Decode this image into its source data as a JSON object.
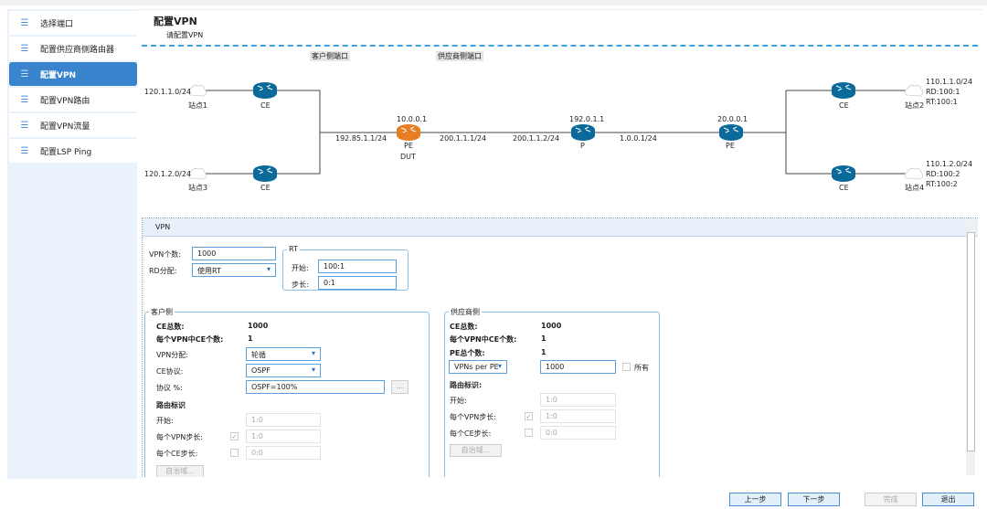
{
  "sidebar": {
    "items": [
      {
        "label": "选择端口"
      },
      {
        "label": "配置供应商侧路由器"
      },
      {
        "label": "配置VPN",
        "active": true
      },
      {
        "label": "配置VPN路由"
      },
      {
        "label": "配置VPN流量"
      },
      {
        "label": "配置LSP Ping"
      }
    ]
  },
  "header": {
    "title": "配置VPN",
    "subtitle": "请配置VPN"
  },
  "diagram": {
    "customer_port_tag": "客户侧端口",
    "provider_port_tag": "供应商侧端口",
    "site1": {
      "name": "站点1",
      "net": "120.1.1.0/24"
    },
    "site3": {
      "name": "站点3",
      "net": "120.1.2.0/24"
    },
    "site2": {
      "name": "站点2",
      "net": "110.1.1.0/24",
      "rd": "RD:100:1",
      "rt": "RT:100:1"
    },
    "site4": {
      "name": "站点4",
      "net": "110.1.2.0/24",
      "rd": "RD:100:2",
      "rt": "RT:100:2"
    },
    "ce_label": "CE",
    "pe_dut": {
      "ip": "10.0.0.1",
      "label": "PE",
      "sub": "DUT"
    },
    "p": {
      "ip": "192.0.1.1",
      "label": "P"
    },
    "pe2": {
      "ip": "20.0.0.1",
      "label": "PE"
    },
    "links": {
      "ce_pe": "192.85.1.1/24",
      "pe_out": "200.1.1.1/24",
      "p_in": "200.1.1.2/24",
      "p_out": "1.0.0.1/24"
    },
    "colors": {
      "router": "#0b6a9a",
      "dut": "#e67e22"
    }
  },
  "vpn": {
    "panel_title": "VPN",
    "count_label": "VPN个数:",
    "count": "1000",
    "rd_label": "RD分配:",
    "rd": "使用RT",
    "rt": {
      "legend": "RT",
      "start_label": "开始:",
      "start": "100:1",
      "step_label": "步长:",
      "step": "0:1"
    },
    "customer": {
      "legend": "客户侧",
      "ce_total_label": "CE总数:",
      "ce_total": "1000",
      "ce_per_vpn_label": "每个VPN中CE个数:",
      "ce_per_vpn": "1",
      "vpn_alloc_label": "VPN分配:",
      "vpn_alloc": "轮循",
      "ce_proto_label": "CE协议:",
      "ce_proto": "OSPF",
      "proto_pct_label": "协议 %:",
      "proto_pct": "OSPF=100%",
      "more": "...",
      "rd_section": "路由标识",
      "start_label": "开始:",
      "start": "1:0",
      "vpn_step_label": "每个VPN步长:",
      "vpn_step": "1:0",
      "vpn_step_checked": true,
      "ce_step_label": "每个CE步长:",
      "ce_step": "0:0",
      "ce_step_checked": false,
      "as_button": "自治域..."
    },
    "provider": {
      "legend": "供应商侧",
      "ce_total_label": "CE总数:",
      "ce_total": "1000",
      "ce_per_vpn_label": "每个VPN中CE个数:",
      "ce_per_vpn": "1",
      "pe_total_label": "PE总个数:",
      "pe_total": "1",
      "mode": "VPNs per PE",
      "mode_value": "1000",
      "all_label": "所有",
      "all_checked": false,
      "rd_section": "路由标识:",
      "start_label": "开始:",
      "start": "1:0",
      "vpn_step_label": "每个VPN步长:",
      "vpn_step": "1:0",
      "vpn_step_checked": true,
      "ce_step_label": "每个CE步长:",
      "ce_step": "0:0",
      "ce_step_checked": false,
      "as_button": "自治域..."
    }
  },
  "footer": {
    "prev": "上一步",
    "next": "下一步",
    "finish": "完成",
    "exit": "退出"
  }
}
